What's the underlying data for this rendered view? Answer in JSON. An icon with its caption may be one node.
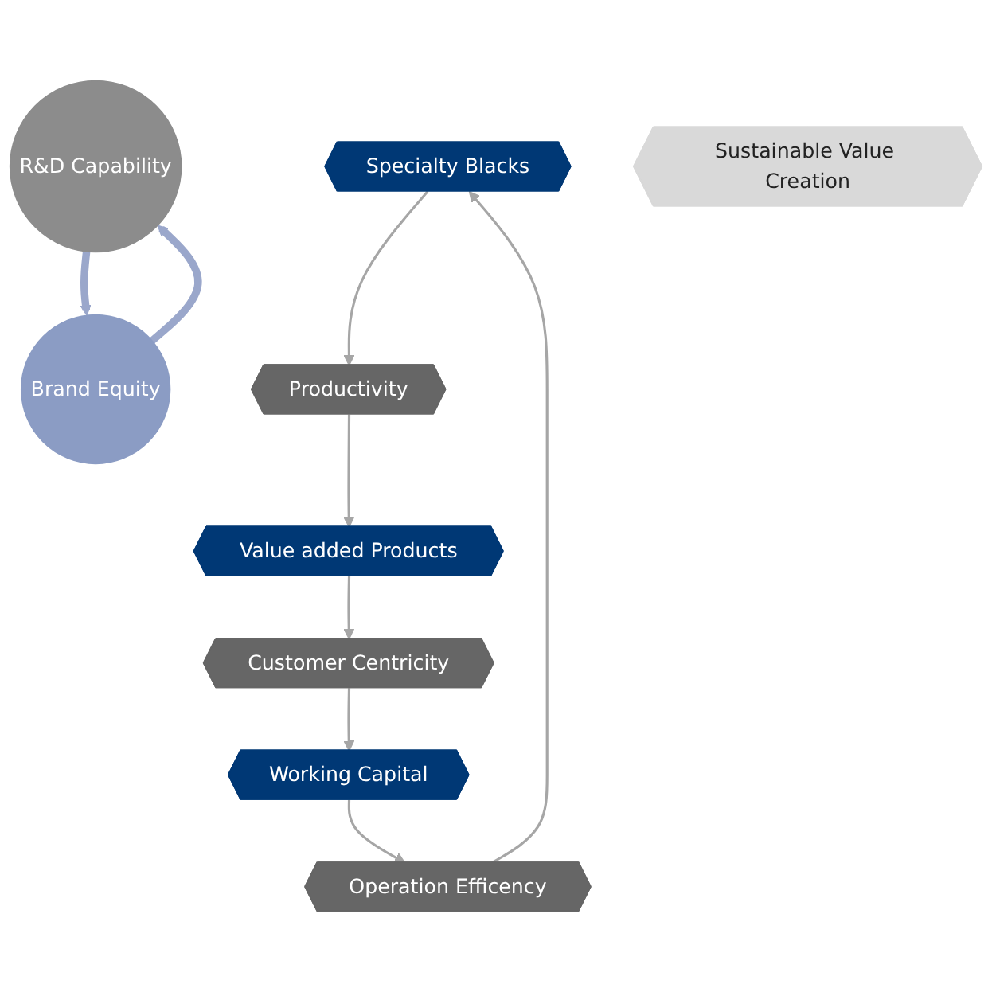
{
  "diagram": {
    "nodes": [
      {
        "text": [
          "R&D Capability"
        ]
      },
      {
        "text": [
          "Specialty Blacks"
        ]
      },
      {
        "text": [
          "Operation Efficency"
        ]
      },
      {
        "text": [
          "Productivity"
        ]
      },
      {
        "text": [
          "Sustainable Value Creation"
        ]
      },
      {
        "text": [
          "Working Capital"
        ]
      },
      {
        "text": [
          "Value added Products"
        ]
      },
      {
        "text": [
          "Customer Centricity"
        ]
      },
      {
        "text": [
          "Brand Equity"
        ]
      }
    ],
    "edges": [
      {
        "from": 2,
        "to": 1,
        "arrow": "to"
      },
      {
        "from": 1,
        "to": 3,
        "arrow": "to"
      },
      {
        "from": 3,
        "to": 6,
        "arrow": "to"
      },
      {
        "from": 6,
        "to": 7,
        "arrow": "to"
      },
      {
        "from": 7,
        "to": 5,
        "arrow": "to"
      },
      {
        "from": 5,
        "to": 2,
        "arrow": "to"
      },
      {
        "from": 0,
        "to": 8,
        "arrow": "to",
        "style": "thick",
        "color": "#9aa7cb"
      },
      {
        "from": 8,
        "to": 0,
        "arrow": "to",
        "style": "thick",
        "color": "#9aa7cb"
      }
    ]
  }
}
